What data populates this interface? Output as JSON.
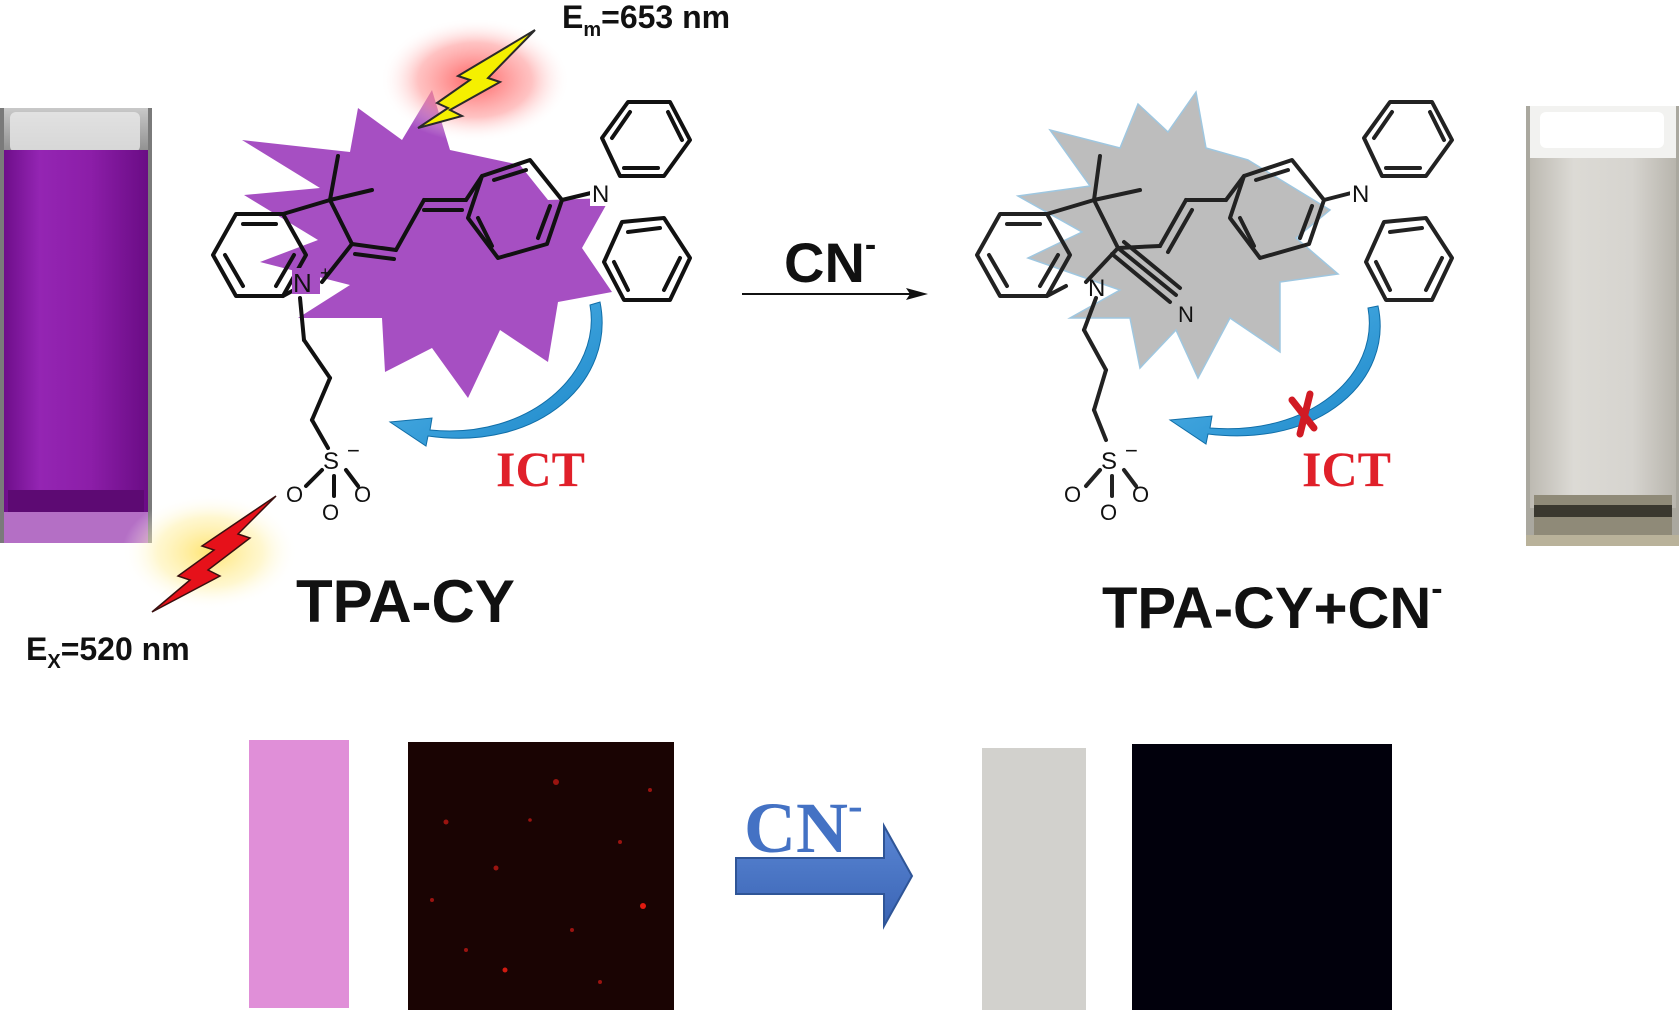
{
  "labels": {
    "emission": {
      "main": "E",
      "sub": "m",
      "rest": "=653 nm"
    },
    "excitation": {
      "main": "E",
      "sub": "X",
      "rest": "=520 nm"
    },
    "reagent_top": {
      "main": "CN",
      "sup": "-"
    },
    "reagent_bottom": {
      "main": "CN",
      "sup": "-"
    },
    "ict_left": "ICT",
    "ict_right": "ICT",
    "compound_left": "TPA-CY",
    "compound_right": {
      "main": "TPA-CY+CN",
      "sup": "-"
    }
  },
  "atoms": {
    "n_plus": "N",
    "plus": "+",
    "n_left_tpa": "N",
    "n_right_indole": "N",
    "n_right_tpa": "N",
    "n_nitrile": "N",
    "s_left": "S",
    "s_minus_left": "−",
    "o_left_1": "O",
    "o_left_2": "O",
    "o_left_3": "O",
    "s_right": "S",
    "s_minus_right": "−",
    "o_right_1": "O",
    "o_right_2": "O",
    "o_right_3": "O"
  },
  "colors": {
    "probe_purple": "#a64fc2",
    "cuvette_purple": "#8a1fa6",
    "cuvette_clear": "#d4d2cc",
    "burst_gray": "#bdbdbd",
    "ict_red": "#e0202a",
    "arrow_blue": "#2b9bd8",
    "reagent_blue": "#4472c4",
    "strip_pink": "#e08fd8",
    "strip_gray": "#d2d1cd",
    "cell_dark_red": "#1a0403",
    "cell_dark": "#01000c",
    "bolt_yellow": "#f5f000",
    "bolt_red": "#e6111a"
  },
  "icons": [
    "lightning-bolt-yellow-icon",
    "lightning-bolt-red-icon",
    "ict-arrow-icon",
    "blocked-cross-icon",
    "reaction-arrow-icon",
    "block-arrow-icon"
  ]
}
